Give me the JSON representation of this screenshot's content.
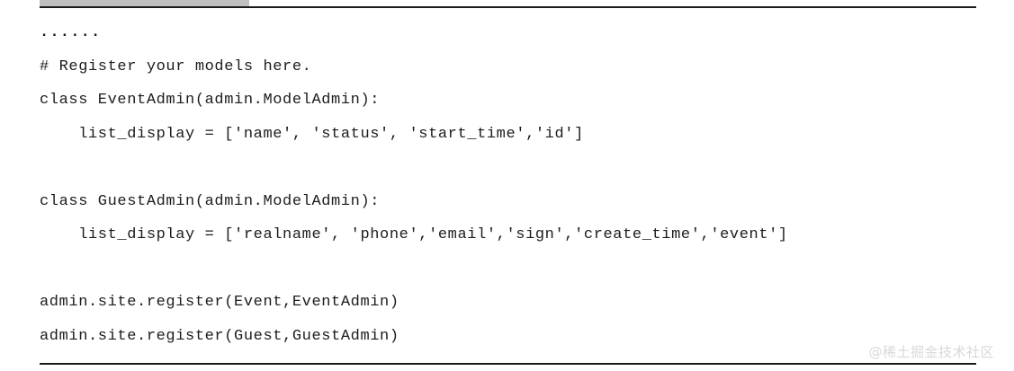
{
  "window": {
    "scrollbar": {
      "name": "horizontal-scrollbar",
      "thumb_color": "#bfbfbf",
      "track_color": "#ffffff"
    },
    "rules": {
      "color": "#1a1a1a"
    }
  },
  "code": {
    "language": "python",
    "text_color": "#1c1c1c",
    "background": "#ffffff",
    "lines": [
      "......",
      "# Register your models here.",
      "class EventAdmin(admin.ModelAdmin):",
      "    list_display = ['name', 'status', 'start_time','id']",
      "",
      "class GuestAdmin(admin.ModelAdmin):",
      "    list_display = ['realname', 'phone','email','sign','create_time','event']",
      "",
      "admin.site.register(Event,EventAdmin)",
      "admin.site.register(Guest,GuestAdmin)"
    ]
  },
  "watermark": {
    "text": "@稀土掘金技术社区",
    "color": "#d8d8d8"
  }
}
